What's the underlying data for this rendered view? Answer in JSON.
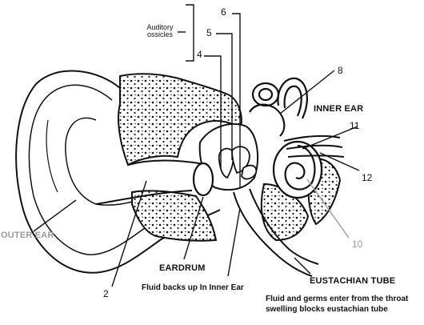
{
  "labels": {
    "auditory_ossicles": "Auditory ossicles",
    "n6": "6",
    "n5": "5",
    "n4": "4",
    "n8": "8",
    "inner_ear": "INNER EAR",
    "n11": "11",
    "n12": "12",
    "outer_ear": "OUTER EAR",
    "n10": "10",
    "eardrum": "EARDRUM",
    "fluid_note": "Fluid backs up In Inner Ear",
    "n2": "2",
    "eustachian_tube": "EUSTACHIAN TUBE",
    "throat_note_1": "Fluid and germs enter from the throat",
    "throat_note_2": "swelling blocks eustachian tube"
  },
  "colors": {
    "line": "#111111",
    "muted_label": "#9a9a9a",
    "background": "#ffffff"
  }
}
